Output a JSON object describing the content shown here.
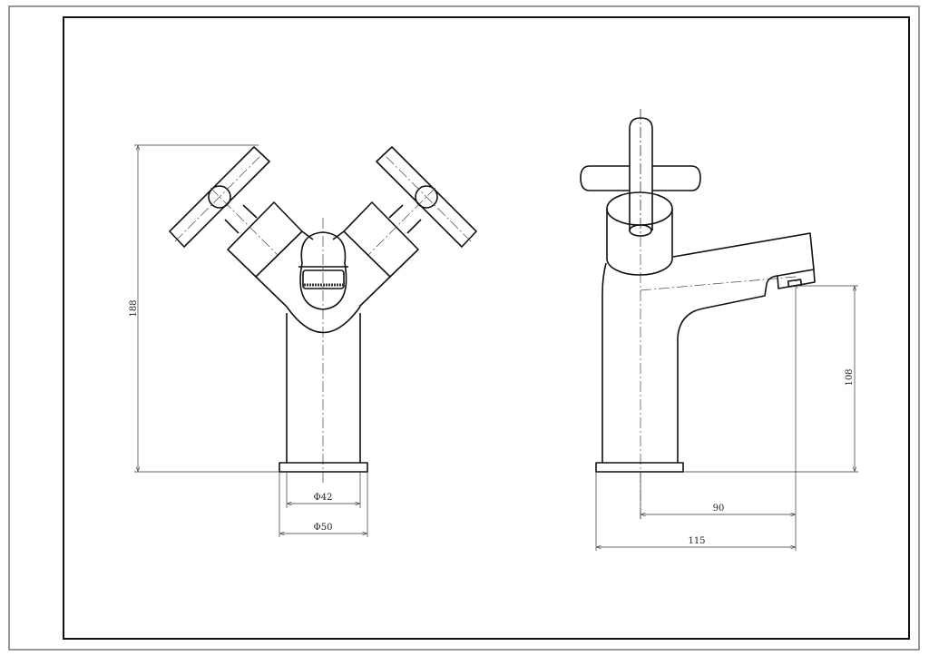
{
  "drawing": {
    "front_view": {
      "dimensions": {
        "height": "188",
        "inner_base_diameter": "Φ42",
        "outer_base_diameter": "Φ50"
      }
    },
    "side_view": {
      "dimensions": {
        "spout_height": "108",
        "spout_reach": "90",
        "overall_depth": "115"
      }
    },
    "line_color": "#111111"
  }
}
